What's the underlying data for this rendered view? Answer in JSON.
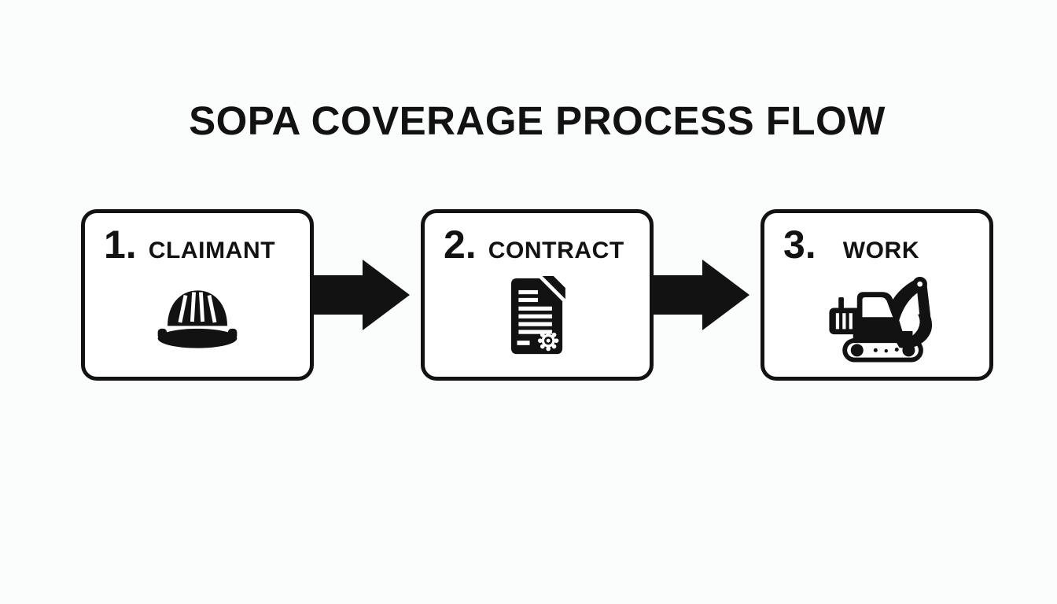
{
  "title": "SOPA COVERAGE PROCESS FLOW",
  "steps": [
    {
      "number": "1.",
      "label": "CLAIMANT",
      "icon": "hard-hat-icon"
    },
    {
      "number": "2.",
      "label": "CONTRACT",
      "icon": "contract-document-icon"
    },
    {
      "number": "3.",
      "label": "WORK",
      "icon": "excavator-icon"
    }
  ],
  "connectors": [
    {
      "name": "arrow-1",
      "direction": "right"
    },
    {
      "name": "arrow-2",
      "direction": "right"
    }
  ],
  "colors": {
    "page_background": "#fbfcfc",
    "box_background": "#ffffff",
    "outline_and_glyphs": "#121212"
  }
}
